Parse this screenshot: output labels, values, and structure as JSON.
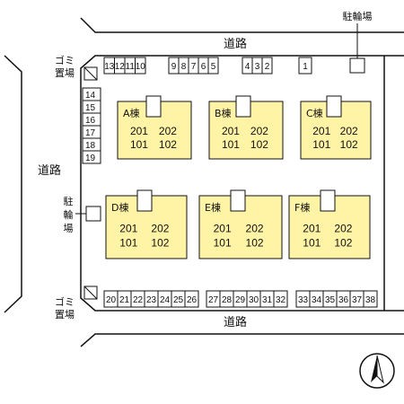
{
  "colors": {
    "building_fill": "#fff3a6",
    "line": "#111111",
    "background": "#ffffff"
  },
  "roads": {
    "top": "道路",
    "left": "道路",
    "bottom": "道路"
  },
  "facilities": {
    "bicycle_parking_top": "駐輪場",
    "bicycle_parking_left": [
      "駐",
      "輪",
      "場"
    ],
    "garbage_top": [
      "ゴミ",
      "置場"
    ],
    "garbage_bottom": [
      "ゴミ",
      "置場"
    ]
  },
  "parking": {
    "top_group1": [
      "13",
      "12",
      "11",
      "10"
    ],
    "top_group2": [
      "9",
      "8",
      "7",
      "6",
      "5"
    ],
    "top_group3": [
      "4",
      "3",
      "2"
    ],
    "top_group4": [
      "1"
    ],
    "left_column": [
      "14",
      "15",
      "16",
      "17",
      "18",
      "19"
    ],
    "bottom_group1": [
      "20",
      "21",
      "22",
      "23",
      "24",
      "25",
      "26"
    ],
    "bottom_group2": [
      "27",
      "28",
      "29",
      "30",
      "31",
      "32"
    ],
    "bottom_group3": [
      "33",
      "34",
      "35",
      "36",
      "37",
      "38"
    ]
  },
  "buildings": [
    {
      "name": "A棟",
      "units": [
        "201",
        "202",
        "101",
        "102"
      ]
    },
    {
      "name": "B棟",
      "units": [
        "201",
        "202",
        "101",
        "102"
      ]
    },
    {
      "name": "C棟",
      "units": [
        "201",
        "202",
        "101",
        "102"
      ]
    },
    {
      "name": "D棟",
      "units": [
        "201",
        "202",
        "101",
        "102"
      ]
    },
    {
      "name": "E棟",
      "units": [
        "201",
        "202",
        "101",
        "102"
      ]
    },
    {
      "name": "F棟",
      "units": [
        "201",
        "202",
        "101",
        "102"
      ]
    }
  ],
  "compass": {
    "icon": "north-arrow-icon"
  }
}
